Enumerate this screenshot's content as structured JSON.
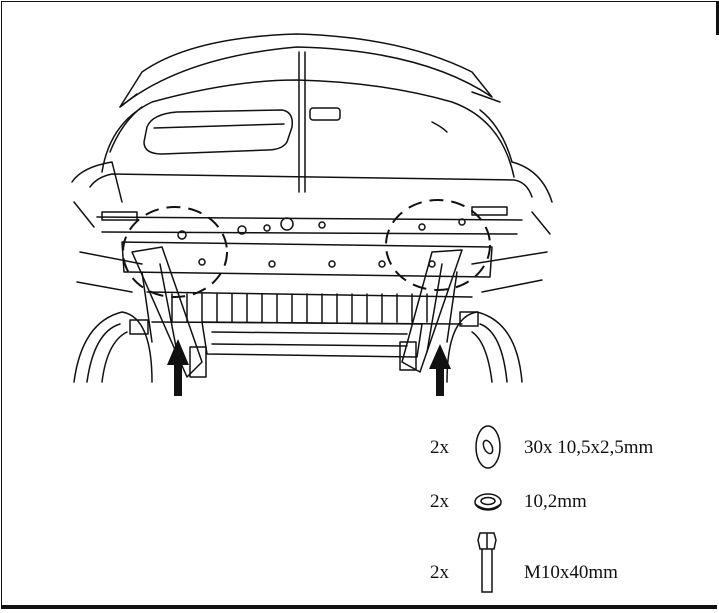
{
  "parts": [
    {
      "qty": "2x",
      "icon": "flat-washer-icon",
      "spec": "30x  10,5x2,5mm"
    },
    {
      "qty": "2x",
      "icon": "spring-washer-icon",
      "spec": "10,2mm"
    },
    {
      "qty": "2x",
      "icon": "bolt-icon",
      "spec": "M10x40mm"
    }
  ],
  "colors": {
    "line": "#111111",
    "background": "#ffffff"
  }
}
